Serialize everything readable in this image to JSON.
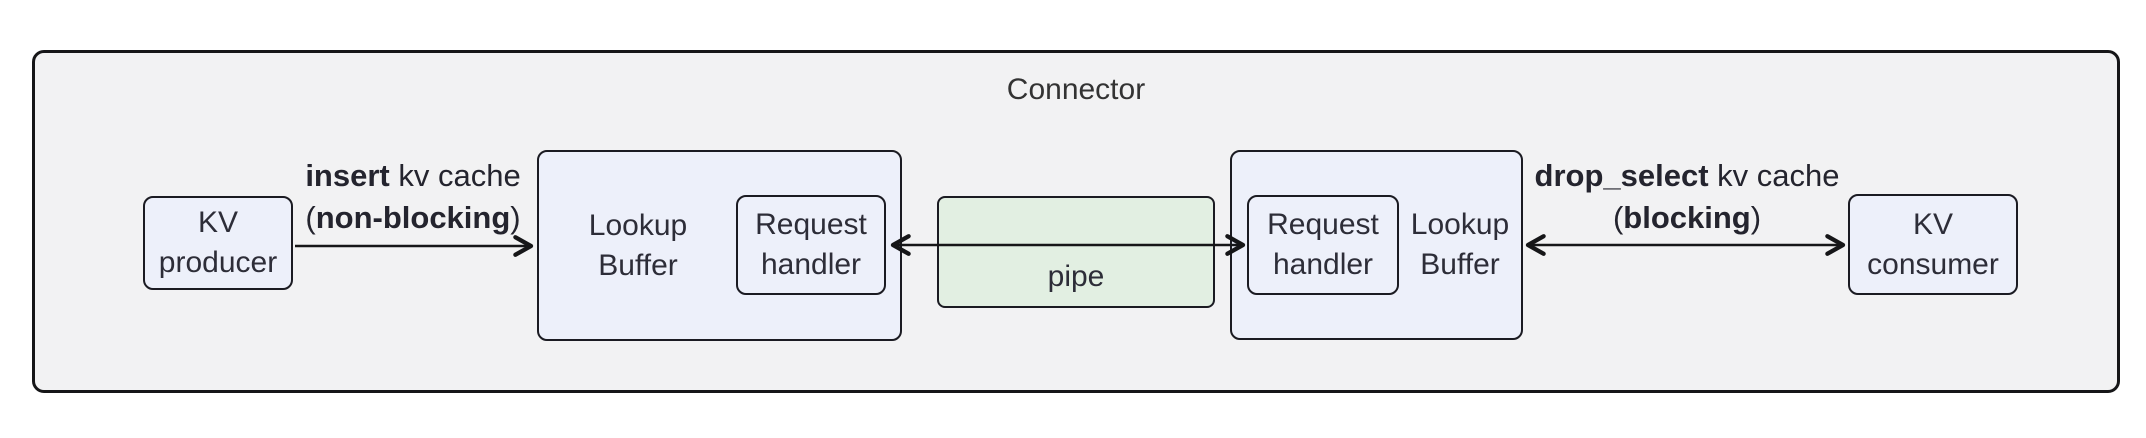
{
  "title": "Connector",
  "nodes": {
    "kv_producer": {
      "line1": "KV",
      "line2": "producer"
    },
    "lookup_buffer_left": {
      "line1": "Lookup",
      "line2": "Buffer"
    },
    "request_handler_left": {
      "line1": "Request",
      "line2": "handler"
    },
    "pipe": {
      "label": "pipe"
    },
    "request_handler_right": {
      "line1": "Request",
      "line2": "handler"
    },
    "lookup_buffer_right": {
      "line1": "Lookup",
      "line2": "Buffer"
    },
    "kv_consumer": {
      "line1": "KV",
      "line2": "consumer"
    }
  },
  "edges": {
    "insert": {
      "verb": "insert",
      "suffix": " kv cache",
      "open": "(",
      "mode": "non-blocking",
      "close": ")"
    },
    "drop_select": {
      "verb": "drop_select",
      "suffix": " kv cache",
      "open": "(",
      "mode": "blocking",
      "close": ")"
    }
  },
  "colors": {
    "node_fill": "#edf0fa",
    "pipe_fill": "#e2efe2",
    "container_fill": "#f2f2f3",
    "border": "#1b1b22",
    "text": "#2d2d38"
  }
}
